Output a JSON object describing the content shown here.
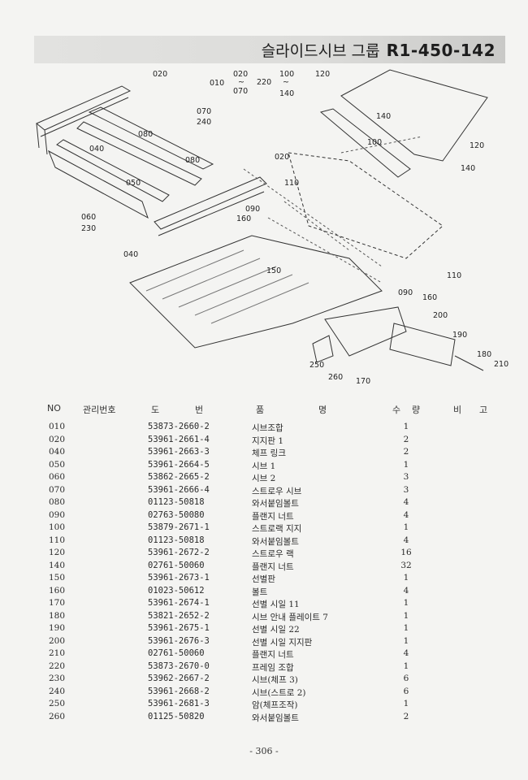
{
  "header": {
    "title": "슬라이드시브 그룹",
    "code": "R1-450-142"
  },
  "diagram": {
    "callouts": [
      "020",
      "010",
      "020",
      "~",
      "070",
      "220",
      "100",
      "~",
      "140",
      "120",
      "070",
      "240",
      "080",
      "040",
      "080",
      "020",
      "050",
      "110",
      "090",
      "160",
      "060",
      "230",
      "040",
      "140",
      "100",
      "120",
      "140",
      "150",
      "110",
      "090",
      "160",
      "200",
      "190",
      "180",
      "210",
      "250",
      "260",
      "170"
    ]
  },
  "table": {
    "headers": {
      "no": "NO",
      "mgmt": "관리번호",
      "d1": "도",
      "d2": "번",
      "p1": "품",
      "p2": "명",
      "q1": "수",
      "q2": "량",
      "r1": "비",
      "r2": "고"
    },
    "rows": [
      {
        "no": "010",
        "part": "53873-2660-2",
        "name": "시브조합",
        "qty": "1"
      },
      {
        "no": "020",
        "part": "53961-2661-4",
        "name": "지지판 1",
        "qty": "2"
      },
      {
        "no": "040",
        "part": "53961-2663-3",
        "name": "체프 링크",
        "qty": "2"
      },
      {
        "no": "050",
        "part": "53961-2664-5",
        "name": "시브 1",
        "qty": "1"
      },
      {
        "no": "060",
        "part": "53862-2665-2",
        "name": "시브 2",
        "qty": "3"
      },
      {
        "no": "070",
        "part": "53961-2666-4",
        "name": "스트로우 시브",
        "qty": "3"
      },
      {
        "no": "080",
        "part": "01123-50818",
        "name": "와서붙임볼트",
        "qty": "4"
      },
      {
        "no": "090",
        "part": "02763-50080",
        "name": "플랜지 너트",
        "qty": "4"
      },
      {
        "no": "100",
        "part": "53879-2671-1",
        "name": "스트로랙 지지",
        "qty": "1"
      },
      {
        "no": "110",
        "part": "01123-50818",
        "name": "와서붙임볼트",
        "qty": "4"
      },
      {
        "no": "120",
        "part": "53961-2672-2",
        "name": "스트로우 랙",
        "qty": "16"
      },
      {
        "no": "140",
        "part": "02761-50060",
        "name": "플랜지 너트",
        "qty": "32"
      },
      {
        "no": "150",
        "part": "53961-2673-1",
        "name": "선별판",
        "qty": "1"
      },
      {
        "no": "160",
        "part": "01023-50612",
        "name": "볼트",
        "qty": "4"
      },
      {
        "no": "170",
        "part": "53961-2674-1",
        "name": "선별 시일 11",
        "qty": "1"
      },
      {
        "no": "180",
        "part": "53821-2652-2",
        "name": "시브 안내 플레이트 7",
        "qty": "1"
      },
      {
        "no": "190",
        "part": "53961-2675-1",
        "name": "선별 시일 22",
        "qty": "1"
      },
      {
        "no": "200",
        "part": "53961-2676-3",
        "name": "선별 시일 지지판",
        "qty": "1"
      },
      {
        "no": "210",
        "part": "02761-50060",
        "name": "플랜지 너트",
        "qty": "4"
      },
      {
        "no": "220",
        "part": "53873-2670-0",
        "name": "프레임 조합",
        "qty": "1"
      },
      {
        "no": "230",
        "part": "53962-2667-2",
        "name": "시브(체프 3)",
        "qty": "6"
      },
      {
        "no": "240",
        "part": "53961-2668-2",
        "name": "시브(스트로 2)",
        "qty": "6"
      },
      {
        "no": "250",
        "part": "53961-2681-3",
        "name": "암(체프조작)",
        "qty": "1"
      },
      {
        "no": "260",
        "part": "01125-50820",
        "name": "와서붙임볼트",
        "qty": "2"
      }
    ]
  },
  "footer": {
    "page": "- 306 -"
  }
}
